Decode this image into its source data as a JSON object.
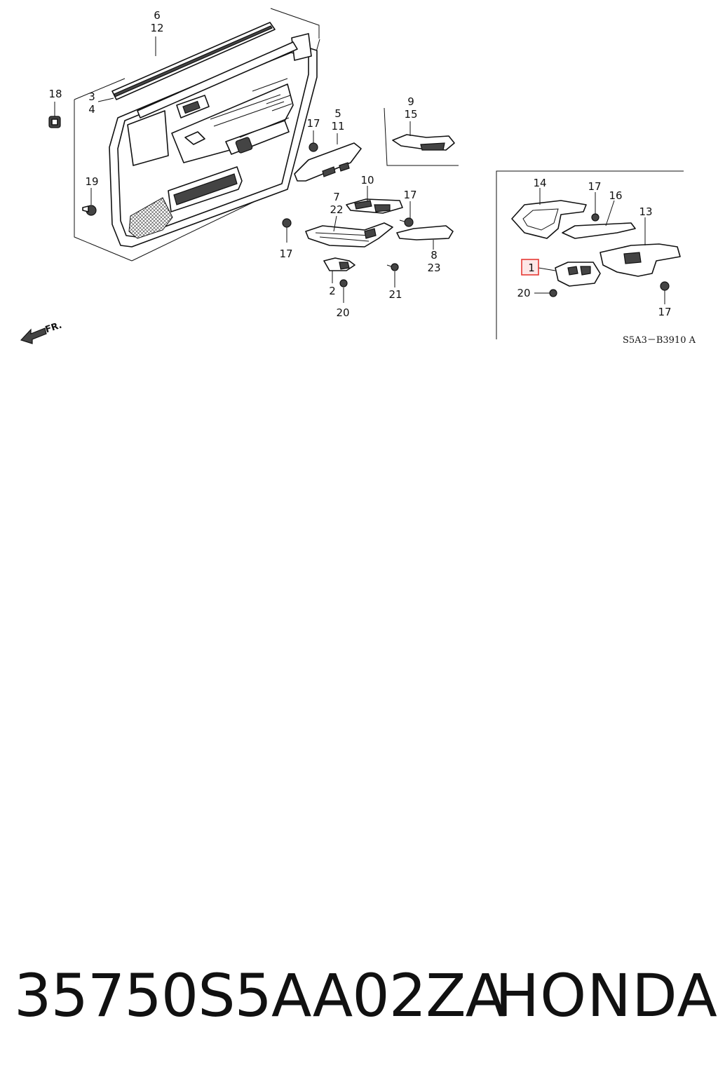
{
  "callouts": {
    "c6": "6",
    "c12": "12",
    "c18": "18",
    "c3": "3",
    "c4": "4",
    "c5": "5",
    "c11": "11",
    "c17a": "17",
    "c9": "9",
    "c15": "15",
    "c19": "19",
    "c10": "10",
    "c7": "7",
    "c22": "22",
    "c17b": "17",
    "c17c": "17",
    "c8": "8",
    "c23": "23",
    "c2": "2",
    "c20a": "20",
    "c21": "21",
    "c14": "14",
    "c17d": "17",
    "c16": "16",
    "c13": "13",
    "c1": "1",
    "c20b": "20",
    "c17e": "17"
  },
  "direction_label": "FR.",
  "diagram_code": "S5A3－B3910 A",
  "highlight_color": "#e53935",
  "footer": {
    "part_number": "35750S5AA02ZA",
    "brand": "HONDA"
  }
}
